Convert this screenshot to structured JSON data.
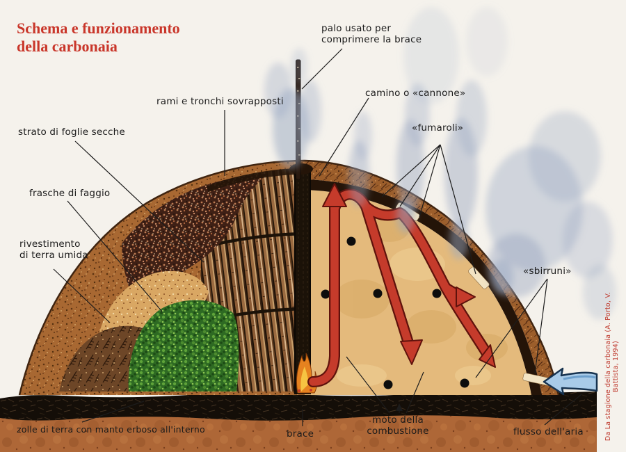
{
  "title": "Schema e funzionamento\ndella carbonaia",
  "credit": "Da La stagione della carbonaia (A. Porto, V. Battista, 1994)",
  "labels": {
    "palo": "palo usato per\ncomprimere la brace",
    "camino": "camino o «cannone»",
    "rami": "rami e tronchi sovrapposti",
    "strato": "strato di foglie secche",
    "fumaroli": "«fumaroli»",
    "frasche": "frasche di faggio",
    "rivestimento": "rivestimento\ndi terra umida",
    "sbirruni": "«sbirruni»",
    "zolle": "zolle di terra con manto erboso all'interno",
    "brace": "brace",
    "moto": "moto della\ncombustione",
    "flusso": "flusso dell'aria"
  },
  "colors": {
    "title_red": "#c9362a",
    "label_ink": "#1b1b1b",
    "combustion_arrow_red": "#c53b2b",
    "airflow_blue": "#a9cbe8",
    "interior_tan": "#e4ba7c",
    "earth_coat_brown": "#a86832",
    "soil_orange": "#ae6737",
    "charcoal_black": "#140e08",
    "smoke_grayblue": "#98a7c2",
    "background": "#f5f2ec"
  }
}
